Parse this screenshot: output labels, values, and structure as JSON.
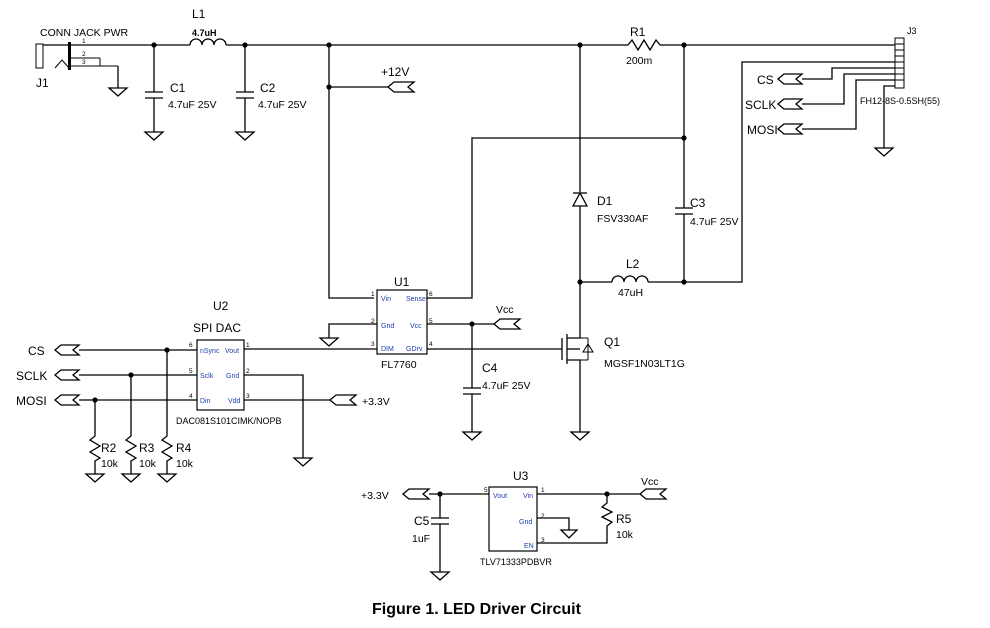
{
  "caption": "Figure 1. LED Driver Circuit",
  "j1": {
    "ref": "J1",
    "title": "CONN JACK PWR",
    "pins": [
      "1",
      "2",
      "3"
    ]
  },
  "l1": {
    "ref": "L1",
    "value": "4.7uH"
  },
  "c1": {
    "ref": "C1",
    "value": "4.7uF 25V"
  },
  "c2": {
    "ref": "C2",
    "value": "4.7uF 25V"
  },
  "c3": {
    "ref": "C3",
    "value": "4.7uF 25V"
  },
  "c4": {
    "ref": "C4",
    "value": "4.7uF 25V"
  },
  "c5": {
    "ref": "C5",
    "value": "1uF"
  },
  "r1": {
    "ref": "R1",
    "value": "200m"
  },
  "r2": {
    "ref": "R2",
    "value": "10k"
  },
  "r3": {
    "ref": "R3",
    "value": "10k"
  },
  "r4": {
    "ref": "R4",
    "value": "10k"
  },
  "r5": {
    "ref": "R5",
    "value": "10k"
  },
  "d1": {
    "ref": "D1",
    "value": "FSV330AF"
  },
  "l2": {
    "ref": "L2",
    "value": "47uH"
  },
  "q1": {
    "ref": "Q1",
    "value": "MGSF1N03LT1G"
  },
  "j3": {
    "ref": "J3",
    "part": "FH12-8S-0.5SH(55)"
  },
  "u1": {
    "ref": "U1",
    "part": "FL7760",
    "pins_left": [
      {
        "num": "1",
        "name": "Vin"
      },
      {
        "num": "2",
        "name": "Gnd"
      },
      {
        "num": "3",
        "name": "DIM"
      }
    ],
    "pins_right": [
      {
        "num": "6",
        "name": "Sense"
      },
      {
        "num": "5",
        "name": "Vcc"
      },
      {
        "num": "4",
        "name": "GDrv"
      }
    ]
  },
  "u2": {
    "ref": "U2",
    "title": "SPI DAC",
    "part": "DAC081S101CIMK/NOPB",
    "pins_left": [
      {
        "num": "6",
        "name": "nSync"
      },
      {
        "num": "5",
        "name": "Sclk"
      },
      {
        "num": "4",
        "name": "Din"
      }
    ],
    "pins_right": [
      {
        "num": "1",
        "name": "Vout"
      },
      {
        "num": "2",
        "name": "Gnd"
      },
      {
        "num": "3",
        "name": "Vdd"
      }
    ]
  },
  "u3": {
    "ref": "U3",
    "part": "TLV71333PDBVR",
    "pins_left": [
      {
        "num": "5",
        "name": "Vout"
      }
    ],
    "pins_right": [
      {
        "num": "1",
        "name": "Vin"
      },
      {
        "num": "2",
        "name": "Gnd"
      },
      {
        "num": "3",
        "name": "EN"
      }
    ]
  },
  "nets": {
    "v12": "+12V",
    "vcc": "Vcc",
    "v33": "+3.3V",
    "cs": "CS",
    "sclk": "SCLK",
    "mosi": "MOSI"
  }
}
